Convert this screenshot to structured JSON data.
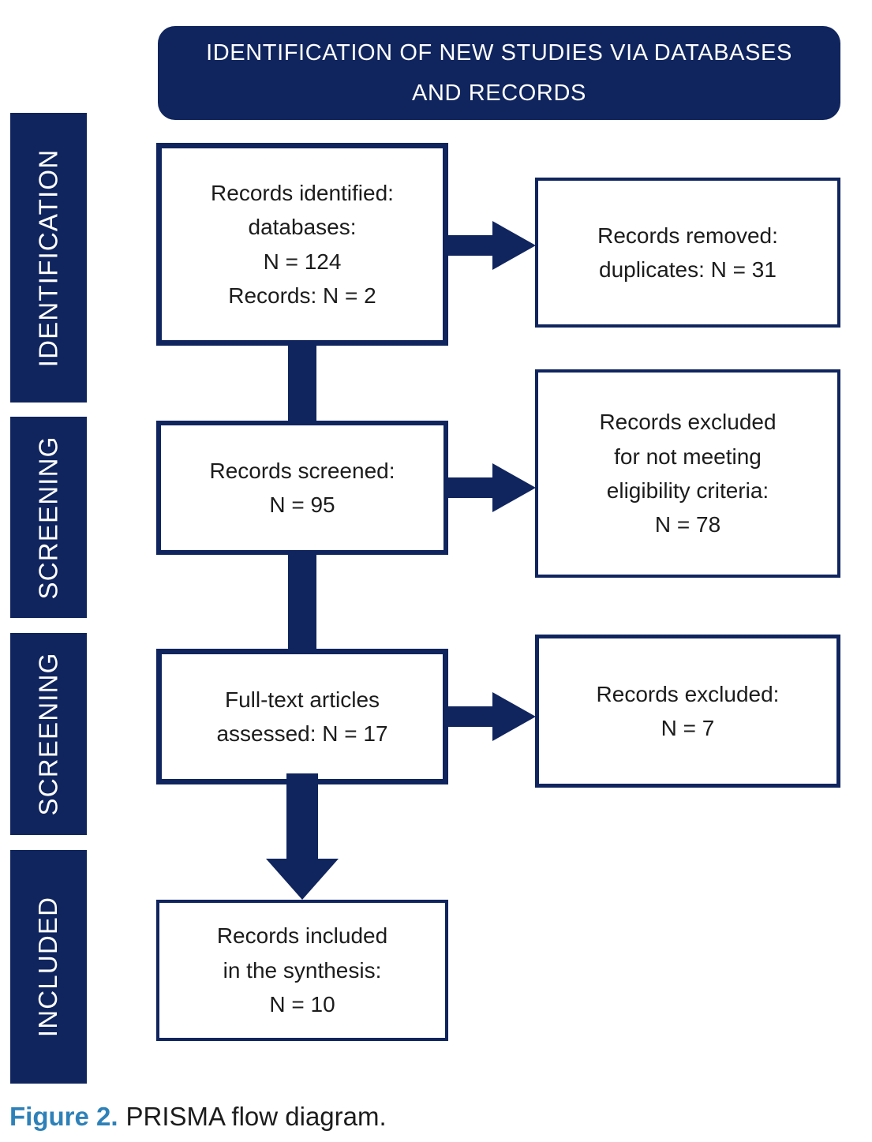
{
  "colors": {
    "navy": "#10255e",
    "caption_blue": "#2e81b8",
    "box_text": "#1c1c1c"
  },
  "header": {
    "title": "IDENTIFICATION OF NEW STUDIES VIA DATABASES AND RECORDS"
  },
  "stages": [
    {
      "label": "IDENTIFICATION"
    },
    {
      "label": "SCREENING"
    },
    {
      "label": "SCREENING"
    },
    {
      "label": "INCLUDED"
    }
  ],
  "main_boxes": [
    {
      "lines": [
        "Records identified:",
        "databases:",
        "N = 124",
        "Records: N = 2"
      ]
    },
    {
      "lines": [
        "Records screened:",
        "N = 95"
      ]
    },
    {
      "lines": [
        "Full-text articles",
        "assessed: N = 17"
      ]
    },
    {
      "lines": [
        "Records included",
        "in the synthesis:",
        "N = 10"
      ]
    }
  ],
  "side_boxes": [
    {
      "lines": [
        "Records removed:",
        "duplicates: N = 31"
      ]
    },
    {
      "lines": [
        "Records excluded",
        "for not meeting",
        "eligibility criteria:",
        "N = 78"
      ]
    },
    {
      "lines": [
        "Records excluded:",
        "N = 7"
      ]
    }
  ],
  "caption": {
    "label": "Figure 2.",
    "text": "PRISMA flow diagram."
  }
}
